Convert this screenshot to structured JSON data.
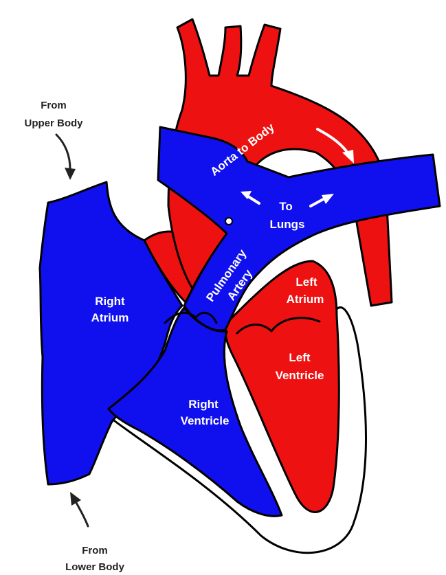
{
  "colors": {
    "oxygenated": "#ee1111",
    "deoxygenated": "#1010ee",
    "outline": "#000000",
    "background": "#ffffff"
  },
  "labels": {
    "from_upper_1": "From",
    "from_upper_2": "Upper Body",
    "from_lower_1": "From",
    "from_lower_2": "Lower Body",
    "aorta": "Aorta to Body",
    "to_lungs_1": "To",
    "to_lungs_2": "Lungs",
    "pulmonary_1": "Pulmonary",
    "pulmonary_2": "Artery",
    "right_atrium_1": "Right",
    "right_atrium_2": "Atrium",
    "left_atrium_1": "Left",
    "left_atrium_2": "Atrium",
    "left_ventricle_1": "Left",
    "left_ventricle_2": "Ventricle",
    "right_ventricle_1": "Right",
    "right_ventricle_2": "Ventricle"
  },
  "icons": {
    "flow_arrow": "curved-arrow"
  }
}
